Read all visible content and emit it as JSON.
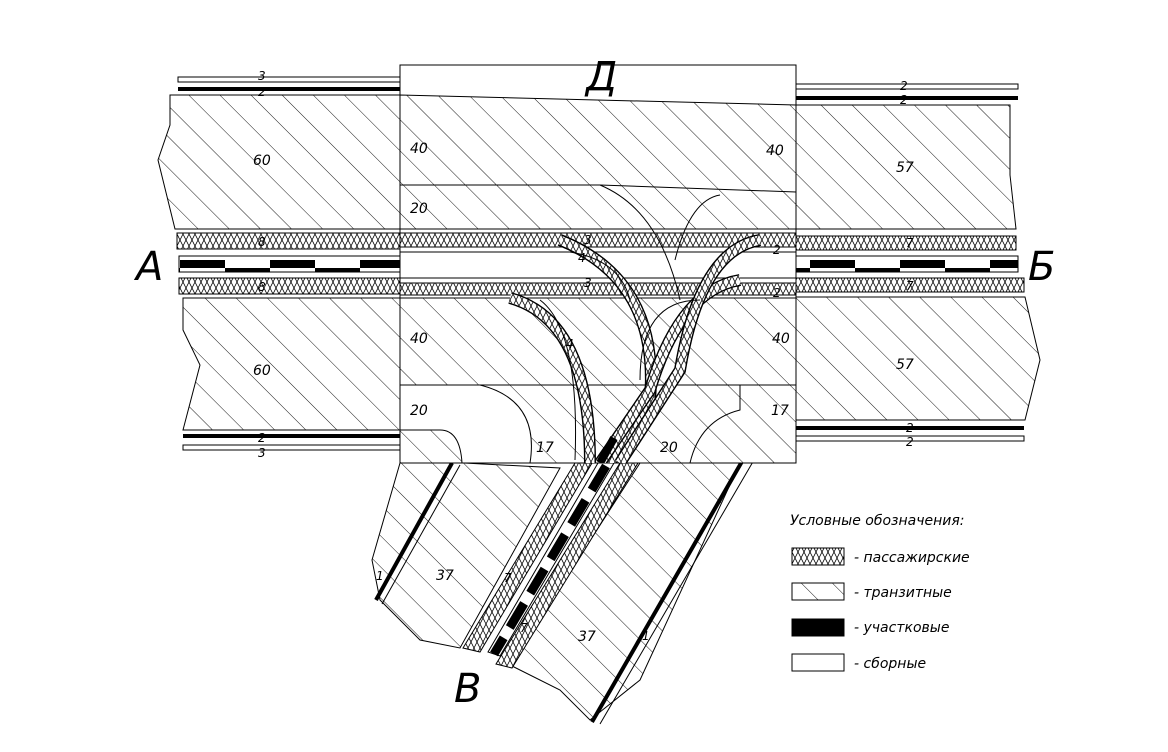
{
  "diagram": {
    "directions": {
      "a": "А",
      "b": "Б",
      "v": "В",
      "d": "Д"
    },
    "band_labels": {
      "top_left": "60",
      "top_right": "57",
      "bottom_left": "60",
      "bottom_right": "57",
      "mid_tl": "40",
      "mid_tr": "40",
      "mid_bl": "40",
      "mid_br": "40",
      "left_20_top": "20",
      "left_20_bottom": "20",
      "right_17": "17",
      "center_17": "17",
      "center_20": "20",
      "branch_left": "37",
      "branch_right": "37"
    },
    "track_labels": {
      "left_top_3": "3",
      "left_top_2": "2",
      "left_bottom_2": "2",
      "left_bottom_3": "3",
      "right_top_2a": "2",
      "right_top_2b": "2",
      "right_bottom_2a": "2",
      "right_bottom_2b": "2",
      "pass_left_top": "8",
      "pass_left_bottom": "8",
      "pass_right_top": "7",
      "pass_right_bottom": "7",
      "pass_center_top": "3",
      "pass_center_bottom": "3",
      "pass_right_c_top": "2",
      "pass_right_c_bottom": "2",
      "branch_left_1": "1",
      "branch_right_1": "1",
      "branch_pass_7a": "7",
      "branch_pass_7b": "7",
      "curve_4a": "4",
      "curve_4b": "4"
    }
  },
  "legend": {
    "title": "Условные обозначения:",
    "items": [
      {
        "key": "passenger",
        "label": "- пассажирские"
      },
      {
        "key": "transit",
        "label": "- транзитные"
      },
      {
        "key": "sectional",
        "label": "- участковые"
      },
      {
        "key": "collecting",
        "label": "- сборные"
      }
    ]
  }
}
